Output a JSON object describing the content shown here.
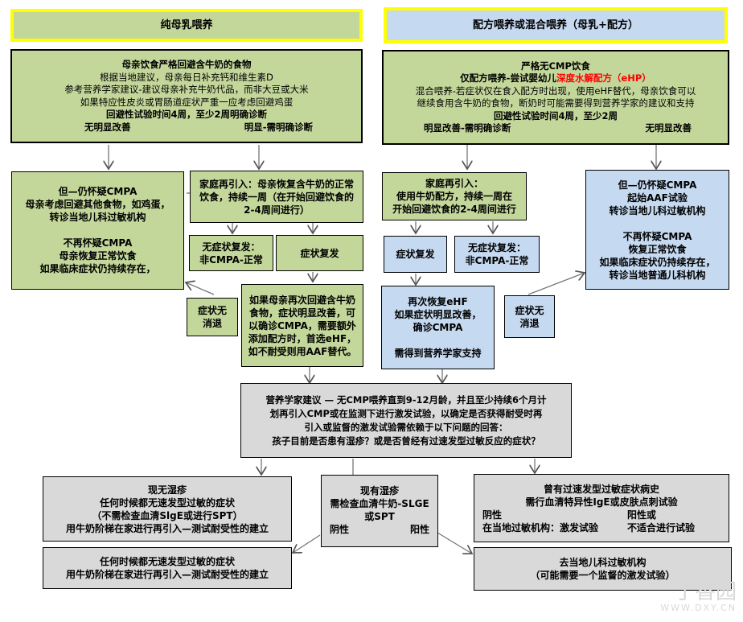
{
  "left_header": "纯母乳喂养",
  "right_header": "配方喂养或混合喂养（母乳+配方）",
  "left_main": {
    "line1": "母亲饮食严格回避含牛奶的食物",
    "line2": "根据当地建议，母亲每日补充钙和维生素D",
    "line3": "参考营养学家建议-建议母亲补充牛奶代品，而非大豆或大米",
    "line4": "如果特应性皮炎或胃肠道症状严重一应考虑回避鸡蛋",
    "line5": "回避性试验时间4周，至少2周明确诊断",
    "left_outcome": "无明显改善",
    "right_outcome": "明显-需明确诊断"
  },
  "right_main": {
    "line1": "严格无CMP饮食",
    "line2_a": "仅配方喂养-尝试婴幼儿",
    "line2_b": "深度水解配方（eHP）",
    "line3": "混合喂养-若症状仅在食入配方时出现，使用eHF替代，母亲饮食可以",
    "line4": "继续食用含牛奶的食物，断奶时可能需要得到营养学家的建议和支持",
    "line5": "回避性试验时间4周，至少2周",
    "left_outcome": "明显改善-需明确诊断",
    "right_outcome": "无明显改善"
  },
  "left_suspect": {
    "l1": "但—仍怀疑CMPA",
    "l2": "母亲考虑回避其他食物，如鸡蛋，",
    "l3": "转诊当地儿科过敏机构",
    "l4": "不再怀疑CMPA",
    "l5": "母亲恢复正常饮食",
    "l6": "如果临床症状仍持续存在，"
  },
  "left_reintro": "家庭再引入：母亲恢复含牛奶的正常饮食，持续一周（在开始回避饮食的2-4周间进行）",
  "left_no_recur": {
    "l1": "无症状复发：",
    "l2": "非CMPA-正常"
  },
  "left_recur": "症状复发",
  "left_no_resolve": {
    "l1": "症状无",
    "l2": "消退"
  },
  "left_confirm": "如果母亲再次回避含牛奶食物，症状明显改善，可以确诊CMPA，需要额外添加配方时，首选eHF，如不耐受则用AAF替代。",
  "right_reintro": {
    "l1": "家庭再引入：",
    "l2": "使用牛奶配方，持续一周在",
    "l3": "开始回避饮食的2-4周间进行"
  },
  "right_recur": "症状复发",
  "right_no_recur": {
    "l1": "无症状复发：",
    "l2": "非CMPA-正常"
  },
  "right_confirm": {
    "l1": "再次恢复eHF",
    "l2": "如果症状明显改善，",
    "l3": "确诊CMPA",
    "l4": "需得到营养学家支持"
  },
  "right_no_resolve": {
    "l1": "症状无",
    "l2": "消退"
  },
  "right_suspect": {
    "l1": "但—仍怀疑CMPA",
    "l2": "起始AAF试验",
    "l3": "转诊当地儿科过敏机构",
    "l4": "不再怀疑CMPA",
    "l5": "恢复正常饮食",
    "l6": "如果临床症状仍持续存在，",
    "l7": "转诊当地普通儿科机构"
  },
  "dietitian": {
    "l1": "营养学家建议 — 无CMP喂养直到9-12月龄，并且至少持续6个月计",
    "l2": "划再引入CMP或在监测下进行激发试验，以确定是否获得耐受时再",
    "l3": "引入或监督的激发试验需依赖于以下问题的回答：",
    "l4": "孩子目前是否患有湿疹？或是否曾经有过速发型过敏反应的症状？"
  },
  "no_eczema": {
    "l1": "现无湿疹",
    "l2": "任何时候都无速发型过敏的症状",
    "l3": "（不需检查血清SlgE或进行SPT）",
    "l4": "用牛奶阶梯在家进行再引入—测试耐受性的建立"
  },
  "eczema": {
    "l1": "现有湿疹",
    "l2": "需检查血清牛奶-SLGE",
    "l3": "或SPT",
    "neg": "阴性",
    "pos": "阳性"
  },
  "history": {
    "l1": "曾有过速发型过敏症状病史",
    "l2": "需行血清特异性IgE或皮肤点刺试验",
    "neg_a": "阴性",
    "pos_a": "阳性或",
    "neg_b": "在当地过敏机构：激发试验",
    "pos_b": "不适合进行试验"
  },
  "home_reintro": {
    "l1": "任何时候都无速发型过敏的症状",
    "l2": "用牛奶阶梯在家进行再引入—测试耐受性的建立"
  },
  "refer": {
    "l1": "去当地儿科过敏机构",
    "l2": "（可能需要一个监督的激发试验）"
  },
  "watermark": {
    "brand": "丁香园",
    "url": "WWW.DXY.CN"
  },
  "colors": {
    "green": "#c4d79b",
    "blue": "#c5d9f1",
    "gray": "#d9d9d9",
    "header_border": "#ffff00",
    "highlight": "#ff0000"
  }
}
